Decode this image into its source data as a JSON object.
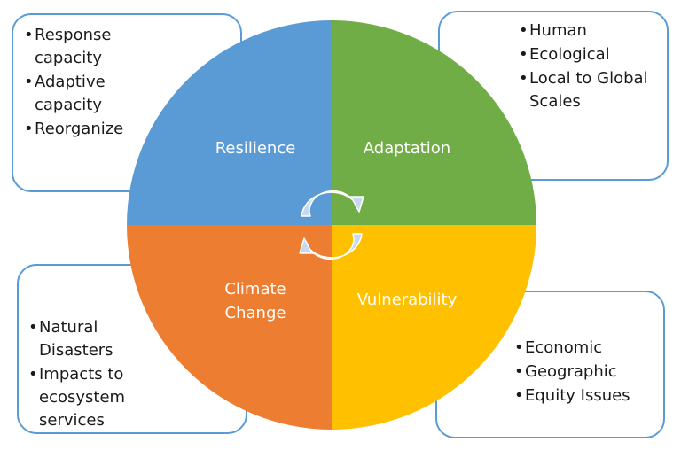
{
  "colors": {
    "resilience": "#5B9BD5",
    "adaptation": "#70AD47",
    "climate_change": "#ED7D31",
    "vulnerability": "#FFC000",
    "box_border": "#5B9BD5",
    "arrow_fill": "#C6D9EE",
    "arrow_stroke": "#ffffff"
  },
  "quadrants": {
    "top_left": {
      "label": "Resilience"
    },
    "top_right": {
      "label": "Adaptation"
    },
    "bottom_left": {
      "label_line1": "Climate",
      "label_line2": "Change"
    },
    "bottom_right": {
      "label": "Vulnerability"
    }
  },
  "boxes": {
    "top_left": {
      "items": [
        {
          "line1": "Response",
          "line2": "capacity"
        },
        {
          "line1": "Adaptive",
          "line2": "capacity"
        },
        {
          "line1": "Reorganize",
          "line2": ""
        }
      ]
    },
    "top_right": {
      "items": [
        {
          "line1": "Human",
          "line2": ""
        },
        {
          "line1": "Ecological",
          "line2": ""
        },
        {
          "line1": "Local to Global",
          "line2": "Scales"
        }
      ]
    },
    "bottom_left": {
      "items": [
        {
          "line1": "Natural",
          "line2": "Disasters"
        },
        {
          "line1": "Impacts to",
          "line2": "ecosystem services"
        }
      ]
    },
    "bottom_right": {
      "items": [
        {
          "line1": "Economic",
          "line2": ""
        },
        {
          "line1": "Geographic",
          "line2": ""
        },
        {
          "line1": "Equity Issues",
          "line2": ""
        }
      ]
    }
  },
  "center": {
    "icon": "cycle-arrows-icon"
  }
}
